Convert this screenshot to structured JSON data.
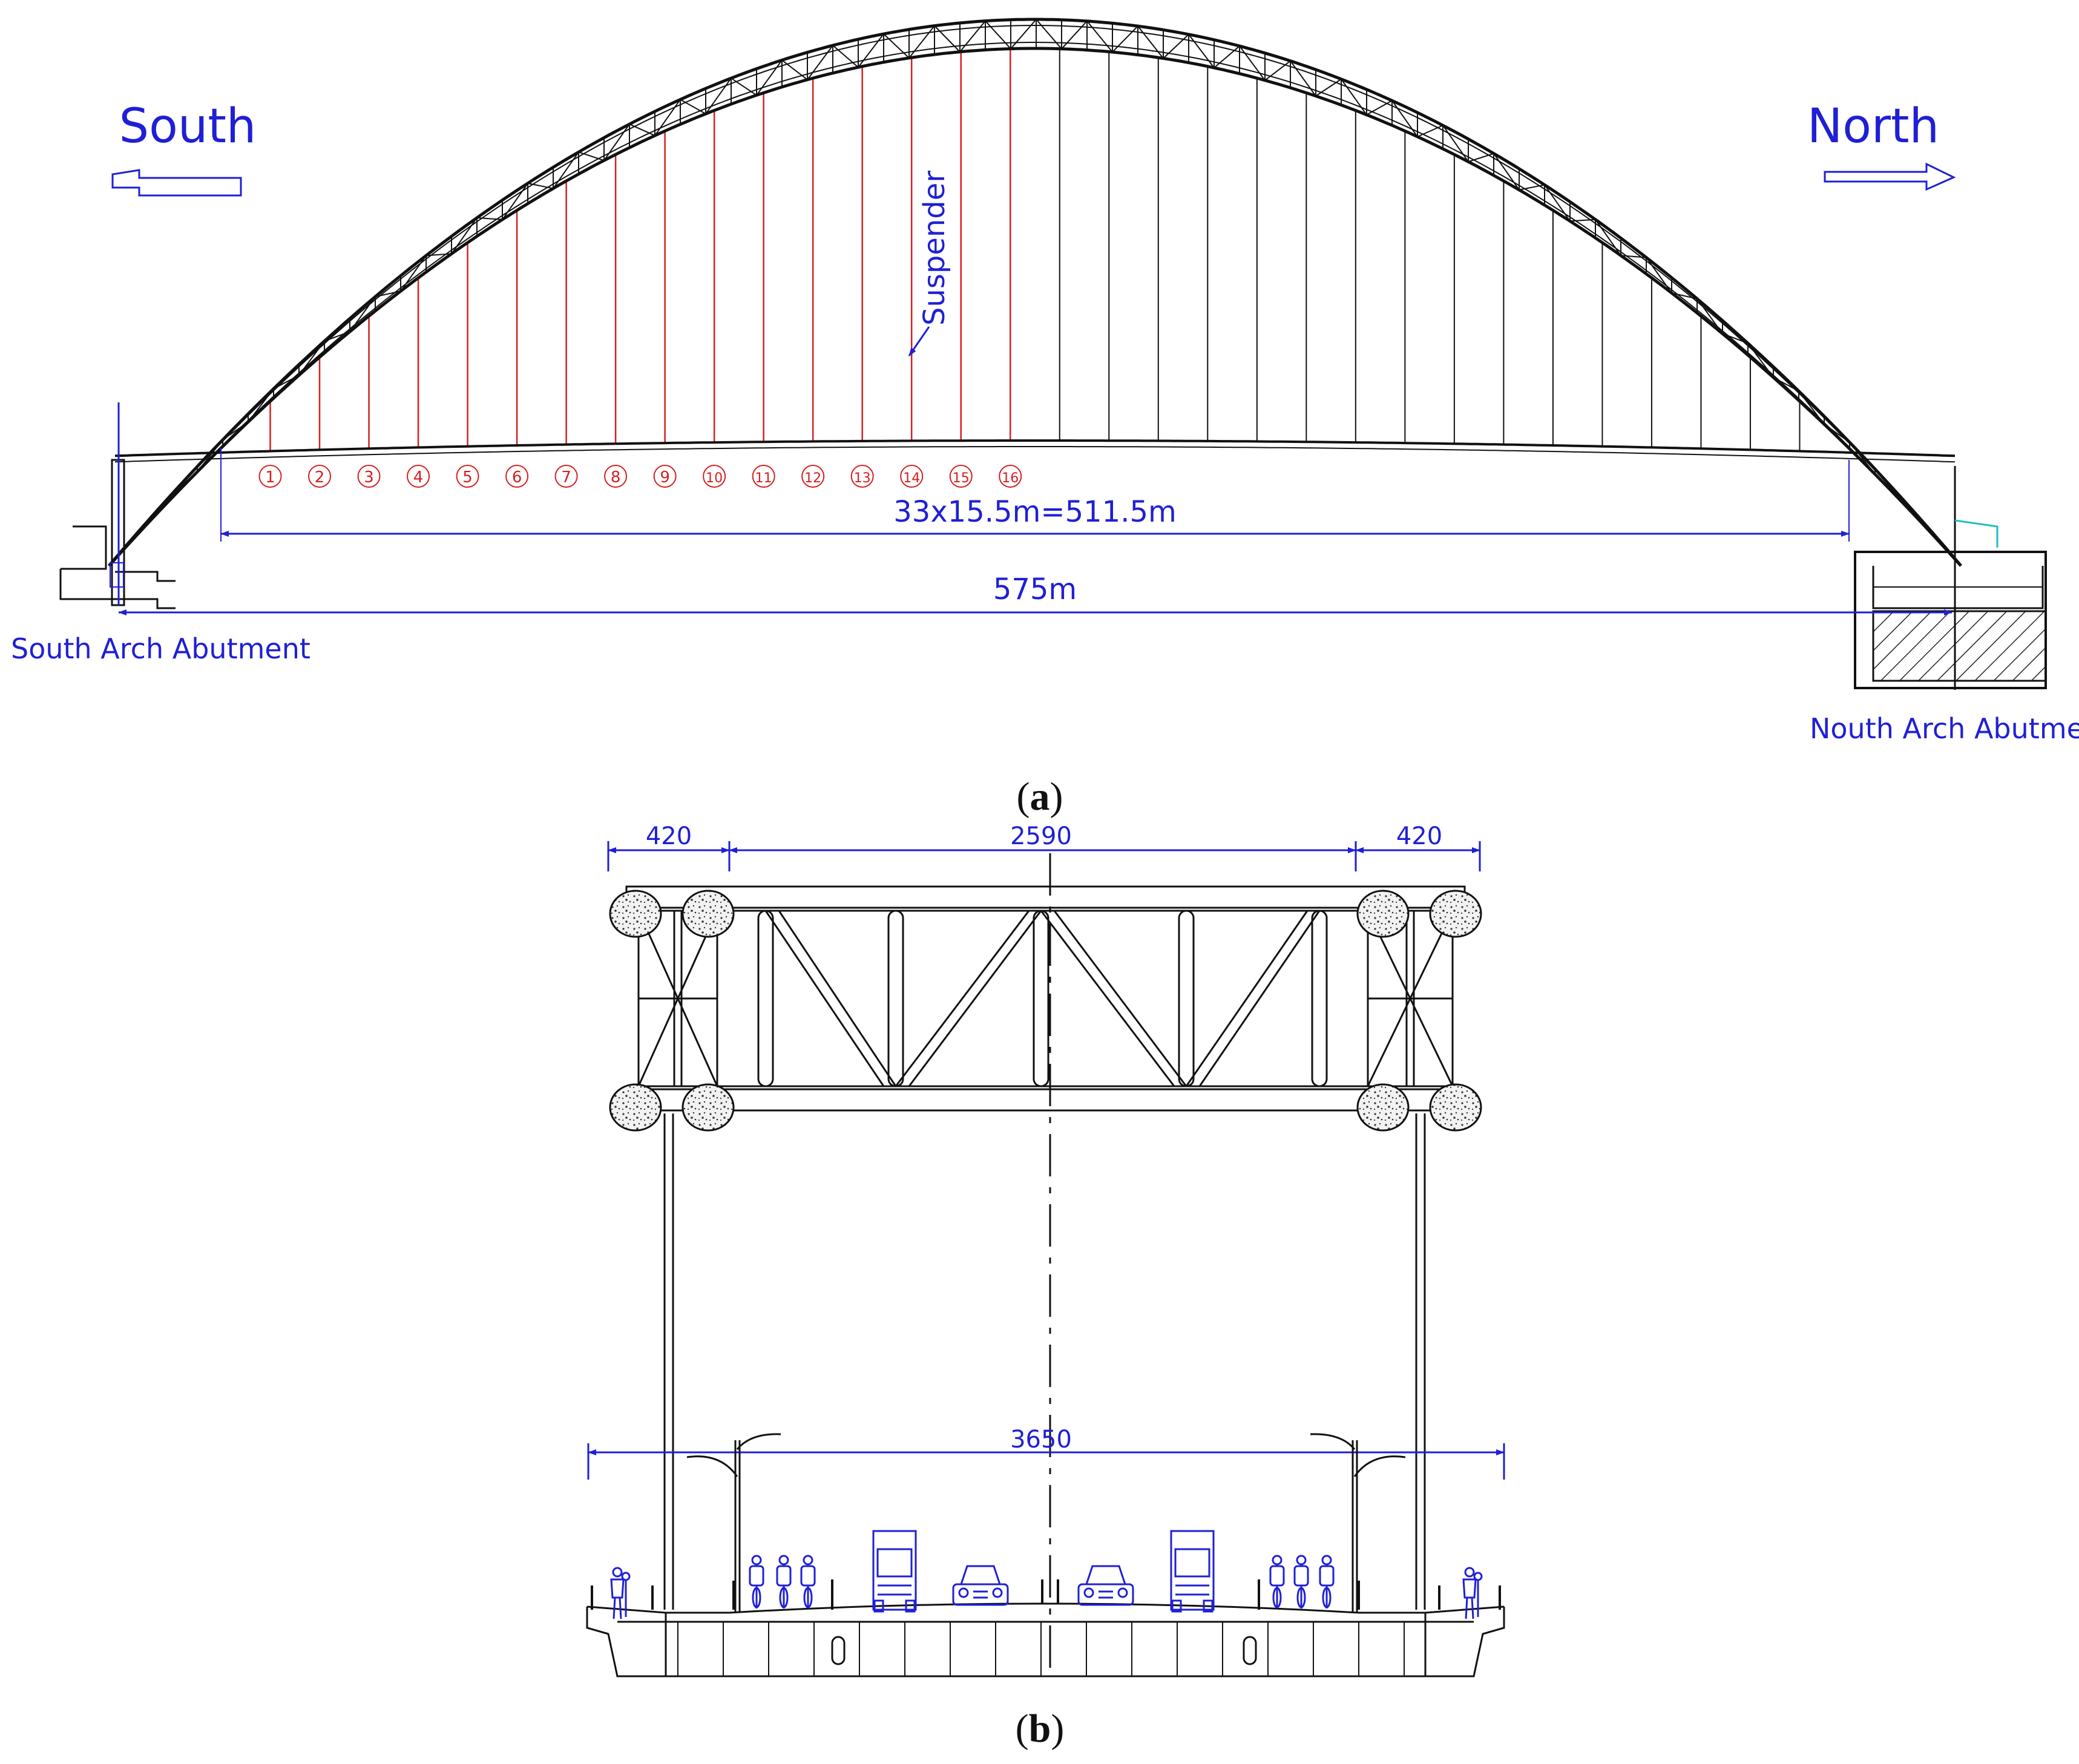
{
  "elevation": {
    "south_label": "South",
    "north_label": "North",
    "suspender_label": "Suspender",
    "span_main": "33x15.5m=511.5m",
    "span_total": "575m",
    "south_abutment": "South Arch Abutment",
    "north_abutment": "Nouth Arch Abutment",
    "suspender_numbers": [
      "1",
      "2",
      "3",
      "4",
      "5",
      "6",
      "7",
      "8",
      "9",
      "10",
      "11",
      "12",
      "13",
      "14",
      "15",
      "16"
    ],
    "caption": "a"
  },
  "section": {
    "dim_left": "420",
    "dim_center": "2590",
    "dim_right": "420",
    "dim_deck": "3650",
    "caption": "b"
  },
  "colors": {
    "annotation": "#1f1fd6",
    "suspender_highlight": "#d62020",
    "structure": "#111111",
    "vehicle": "#1f1fd6"
  }
}
